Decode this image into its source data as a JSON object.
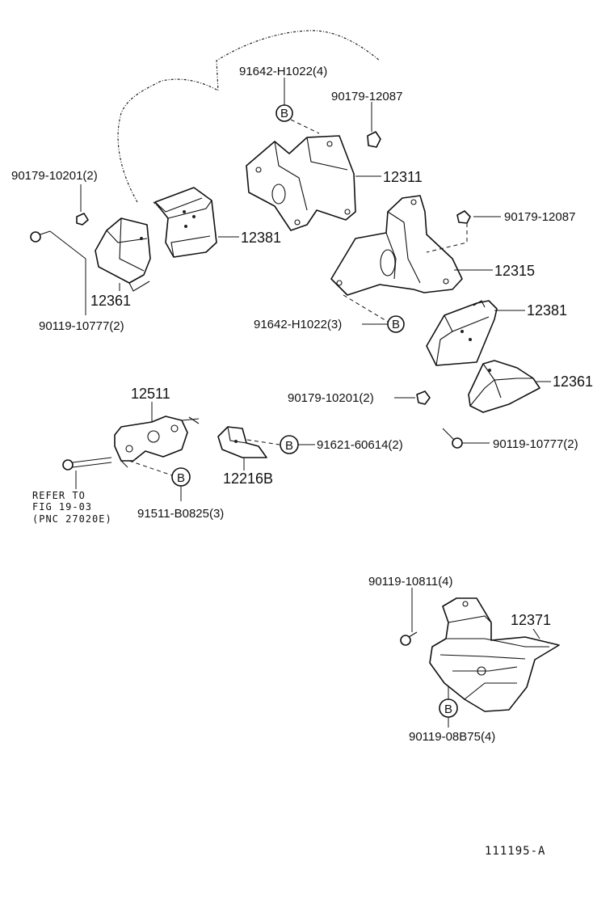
{
  "labels": {
    "top_bolt_b_qty": "91642-H1022(4)",
    "nut_top": "90179-12087",
    "left_nut": "90179-10201(2)",
    "bracket_12311": "12311",
    "insulator_left": "12381",
    "nut_right": "90179-12087",
    "bracket_12315": "12315",
    "mount_left": "12361",
    "bolt_left": "90119-10777(2)",
    "lower_bolt_b_qty": "91642-H1022(3)",
    "insulator_right": "12381",
    "mount_right": "12361",
    "bracket_12511": "12511",
    "nut_mid": "90179-10201(2)",
    "bolt_right": "90119-10777(2)",
    "bolt_12216b": "91621-60614(2)",
    "stay_12216b": "12216B",
    "bolt_12511": "91511-B0825(3)",
    "refer_line1": "REFER TO",
    "refer_line2": "FIG 19-03",
    "refer_line3": "(PNC 27020E)",
    "bolt_rear_top": "90119-10811(4)",
    "rear_mount": "12371",
    "bolt_rear_b": "90119-08B75(4)",
    "drawing_number": "111195-A"
  },
  "callout_letter": "B"
}
